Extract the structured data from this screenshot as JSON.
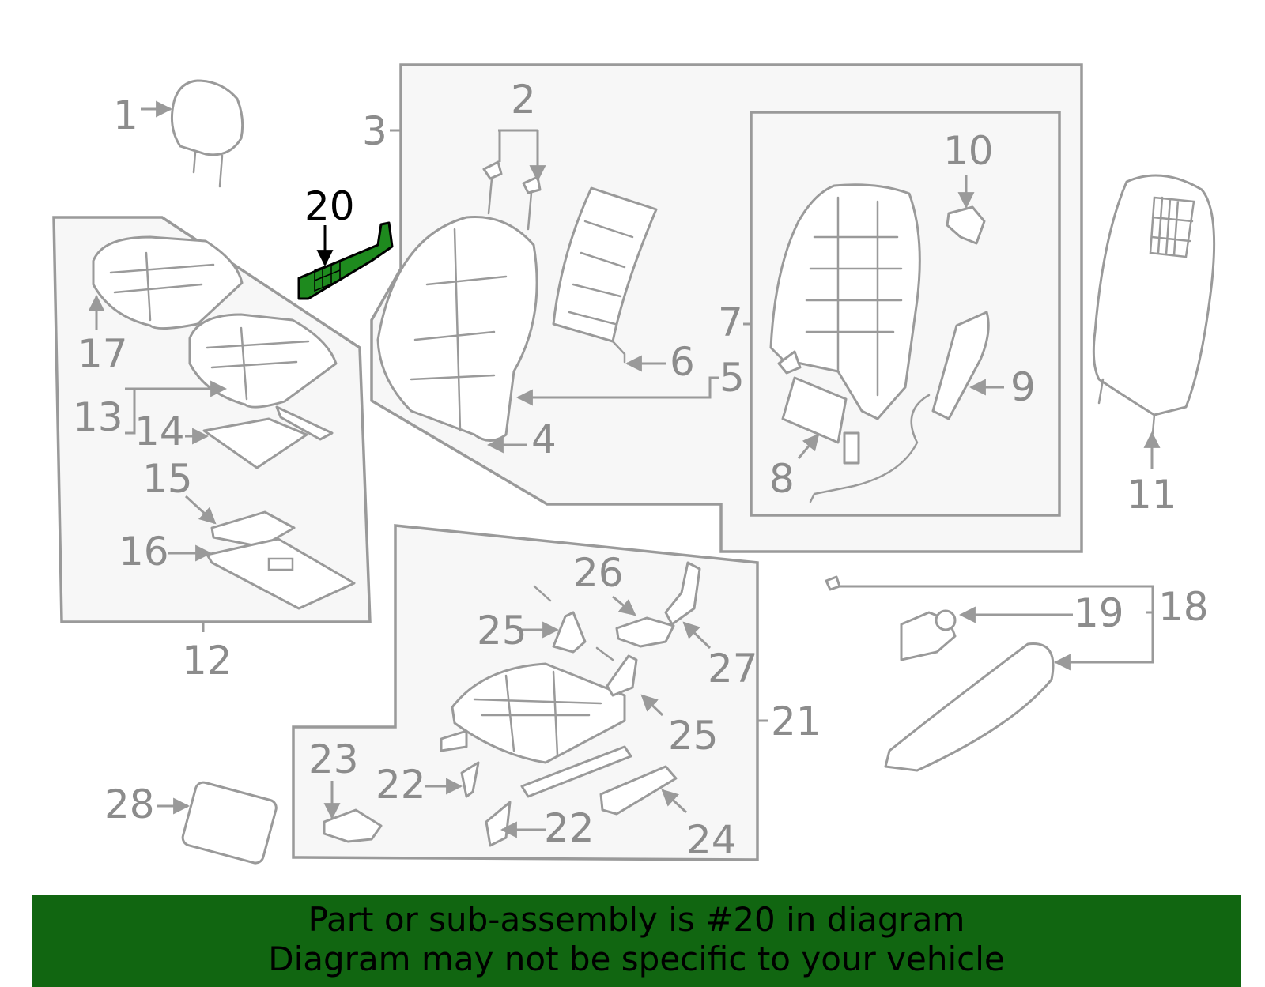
{
  "labels": {
    "p1": "1",
    "p2": "2",
    "p3": "3",
    "p4": "4",
    "p5": "5",
    "p6": "6",
    "p7": "7",
    "p8": "8",
    "p9": "9",
    "p10": "10",
    "p11": "11",
    "p12": "12",
    "p13": "13",
    "p14": "14",
    "p15": "15",
    "p16": "16",
    "p17": "17",
    "p18": "18",
    "p19": "19",
    "p20": "20",
    "p21": "21",
    "p22a": "22",
    "p22b": "22",
    "p23": "23",
    "p24": "24",
    "p25a": "25",
    "p25b": "25",
    "p26": "26",
    "p27": "27",
    "p28": "28"
  },
  "highlight": {
    "part": "20",
    "color": "#1e8a1e"
  },
  "banner": {
    "line1": "Part or sub-assembly is #20 in diagram",
    "line2": "Diagram may not be specific to your vehicle",
    "color": "#116611"
  }
}
